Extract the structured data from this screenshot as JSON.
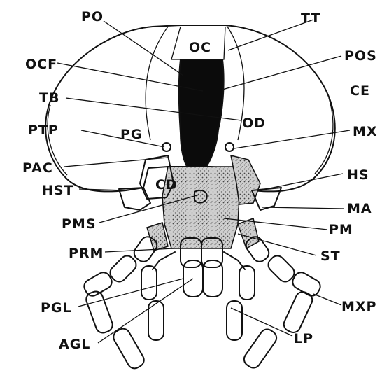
{
  "labels": {
    "po": "PO",
    "tt": "TT",
    "oc": "OC",
    "ocf": "OCF",
    "pos": "POS",
    "ce": "CE",
    "tb": "TB",
    "od": "OD",
    "ptp": "PTP",
    "pg": "PG",
    "mx": "MX",
    "pac": "PAC",
    "hs": "HS",
    "hst": "HST",
    "cd": "CD",
    "ma": "MA",
    "pms": "PMS",
    "pm": "PM",
    "prm": "PRM",
    "st": "ST",
    "pgl": "PGL",
    "mxp": "MXP",
    "agl": "AGL",
    "lp": "LP"
  }
}
